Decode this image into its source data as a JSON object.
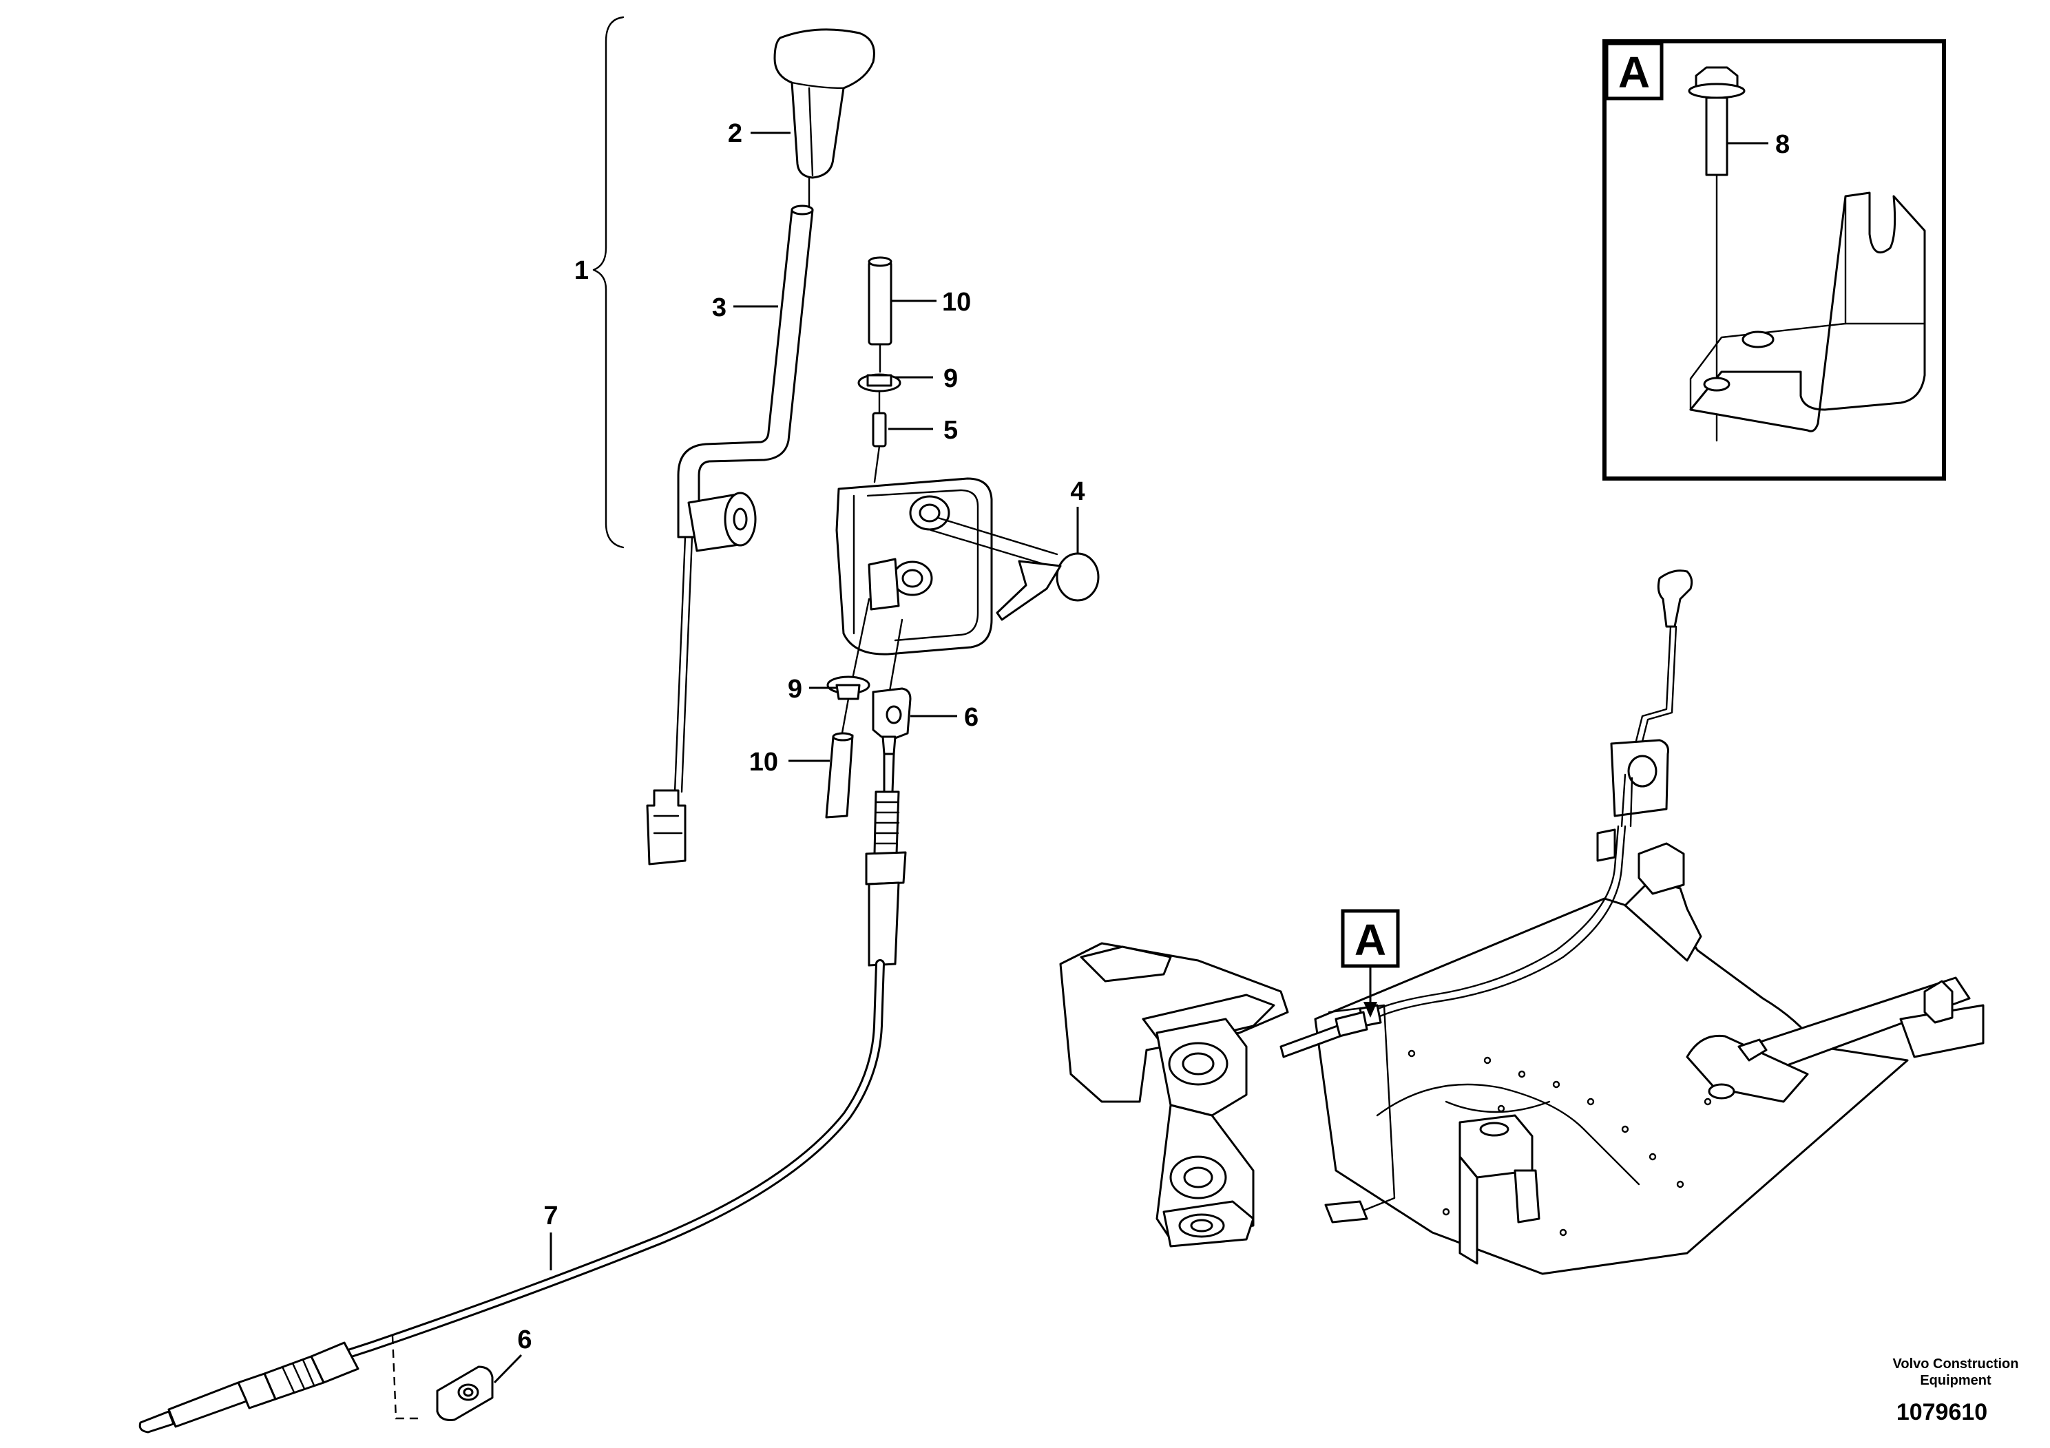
{
  "callouts": {
    "c1": "1",
    "c2": "2",
    "c3": "3",
    "c4": "4",
    "c5": "5",
    "c6a": "6",
    "c6b": "6",
    "c7": "7",
    "c8": "8",
    "c9a": "9",
    "c9b": "9",
    "c10a": "10",
    "c10b": "10"
  },
  "detail_views": {
    "inset_label": "A",
    "overview_label": "A"
  },
  "footer": {
    "brand_line1": "Volvo Construction",
    "brand_line2": "Equipment",
    "drawing_number": "1079610"
  }
}
